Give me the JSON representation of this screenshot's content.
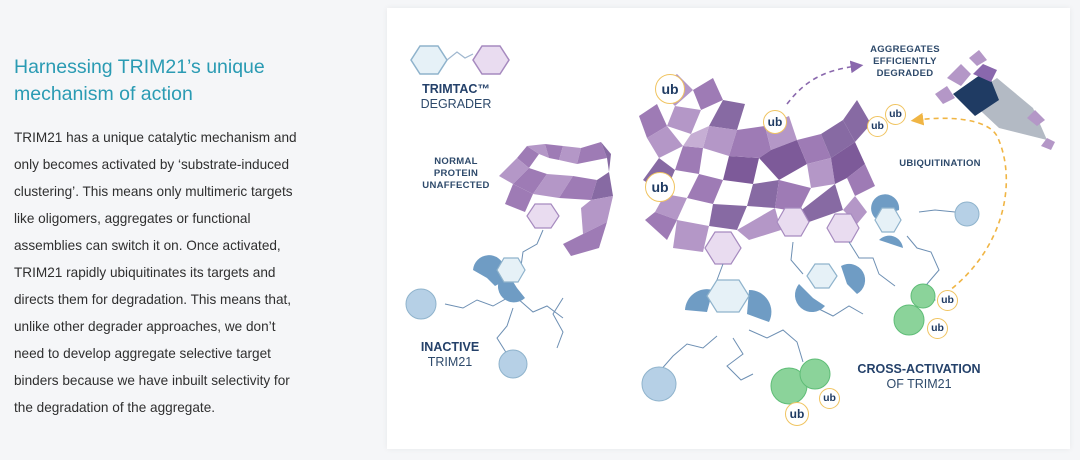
{
  "heading": {
    "line1": "Harnessing TRIM21’s unique",
    "line2": "mechanism of action"
  },
  "body": {
    "lines": [
      "TRIM21 has a unique catalytic mechanism and",
      "only becomes activated by ‘substrate-induced",
      "clustering’. This means only multimeric targets",
      "like oligomers, aggregates or functional",
      "assemblies can switch it on. Once activated,",
      "TRIM21 rapidly ubiquitinates its targets and",
      "directs them for degradation. This means that,",
      "unlike other degrader approaches, we don’t",
      "need to develop aggregate selective target",
      "binders because we have inbuilt selectivity for",
      "the degradation of the aggregate."
    ]
  },
  "diagram": {
    "trimtac_line1": "TRIMTAC™",
    "trimtac_line2": "DEGRADER",
    "normal_line1": "NORMAL",
    "normal_line2": "PROTEIN",
    "normal_line3": "UNAFFECTED",
    "inactive_line1": "INACTIVE",
    "inactive_line2": "TRIM21",
    "aggregates_line1": "AGGREGATES",
    "aggregates_line2": "EFFICIENTLY",
    "aggregates_line3": "DEGRADED",
    "ubiquitination": "UBIQUITINATION",
    "cross_line1": "CROSS-ACTIVATION",
    "cross_line2": "OF TRIM21",
    "ub_tag": "ub"
  },
  "colors": {
    "heading": "#2a9bb3",
    "purple_light": "#b99ac8",
    "purple_dark": "#7d5a99",
    "trim_blue": "#6f9cc4",
    "trim_light": "#b6d0e6",
    "ub_green": "#8bd39a",
    "ub_border": "#f0c461",
    "arrow_orange": "#f0b544",
    "arrow_purple": "#8a68ad"
  }
}
